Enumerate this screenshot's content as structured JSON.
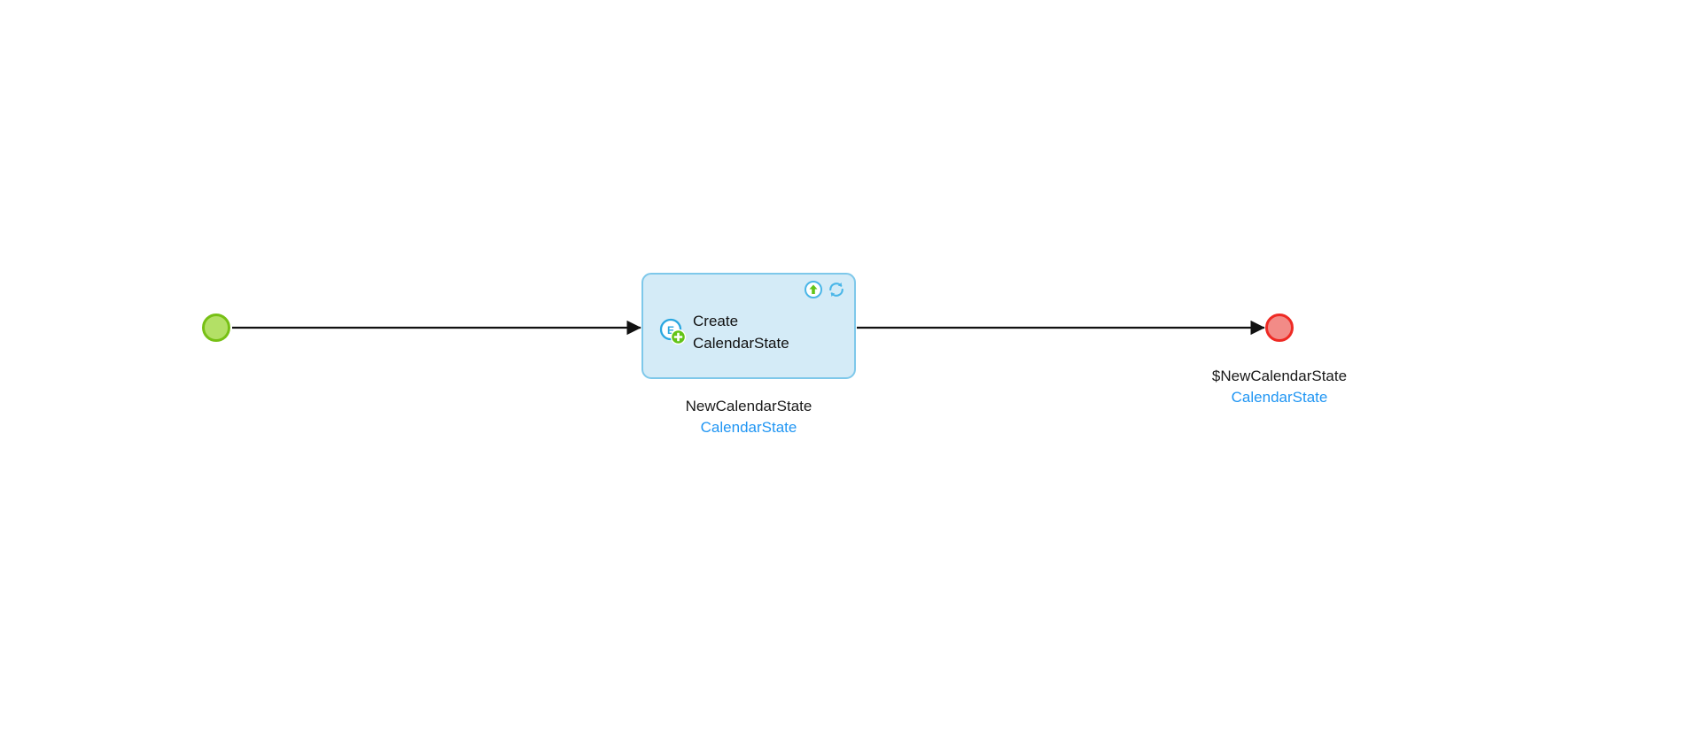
{
  "diagram": {
    "type": "microflow",
    "background": "#ffffff",
    "accent_blue": "#2196f3",
    "start_fill": "#b3e066",
    "start_stroke": "#77c015",
    "end_fill": "#f28b87",
    "end_stroke": "#ee2a24",
    "activity_fill": "#d4ebf7",
    "activity_stroke": "#7ec8ea",
    "connector_color": "#1a1a1a"
  },
  "start_event": {
    "name": "start-event",
    "shape": "circle"
  },
  "activity": {
    "label": "Create\nCalendarState",
    "icon_name": "create-object-icon",
    "badges": [
      {
        "name": "commit-icon",
        "title": "Commit"
      },
      {
        "name": "refresh-icon",
        "title": "Refresh in client"
      }
    ],
    "caption": {
      "variable": "NewCalendarState",
      "entity": "CalendarState"
    }
  },
  "end_event": {
    "name": "end-event",
    "shape": "circle",
    "caption": {
      "variable": "$NewCalendarState",
      "entity": "CalendarState"
    }
  },
  "connectors": [
    {
      "name": "connector-start-to-activity",
      "from": "start-event",
      "to": "activity"
    },
    {
      "name": "connector-activity-to-end",
      "from": "activity",
      "to": "end-event"
    }
  ]
}
